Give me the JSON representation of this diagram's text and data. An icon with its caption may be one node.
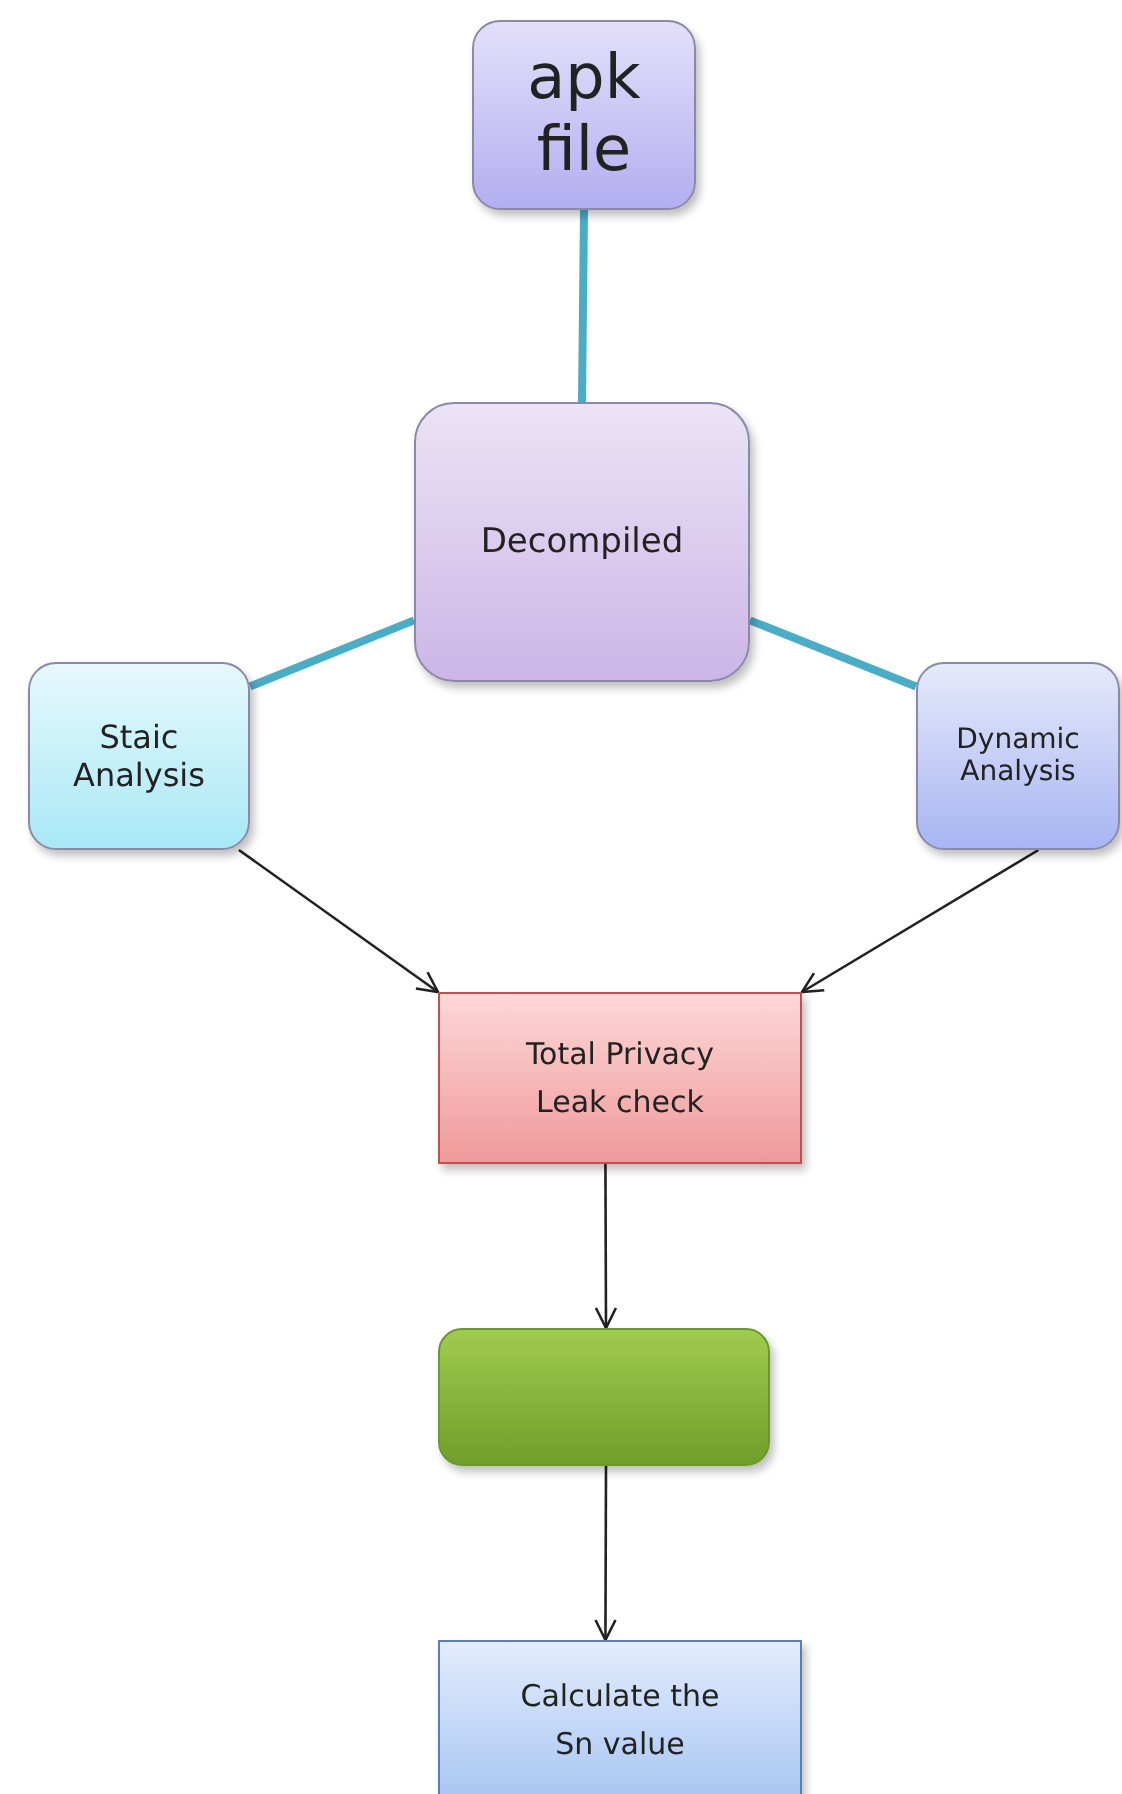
{
  "diagram": {
    "nodes": [
      {
        "text": [
          "apk file"
        ]
      },
      {
        "text": [
          "Decompiled"
        ]
      },
      {
        "text": [
          "Staic Analysis"
        ]
      },
      {
        "text": [
          "Dynamic Analysis"
        ]
      },
      {
        "text": [
          "Total Privacy Leak check"
        ]
      },
      {
        "text": [],
        "shape": "box"
      },
      {
        "text": [
          "Calculate the Sn value"
        ]
      }
    ],
    "edges": [
      {
        "from": 0,
        "to": 1,
        "arrow": "none",
        "style": "thick",
        "color": "#4bacc6"
      },
      {
        "from": 1,
        "to": 2,
        "arrow": "none",
        "style": "thick",
        "color": "#4bacc6"
      },
      {
        "from": 1,
        "to": 3,
        "arrow": "none",
        "style": "thick",
        "color": "#4bacc6"
      },
      {
        "from": 2,
        "to": 4,
        "arrow": "to"
      },
      {
        "from": 3,
        "to": 4,
        "arrow": "to"
      },
      {
        "from": 4,
        "to": 5,
        "arrow": "to"
      },
      {
        "from": 5,
        "to": 6,
        "arrow": "to"
      }
    ]
  }
}
